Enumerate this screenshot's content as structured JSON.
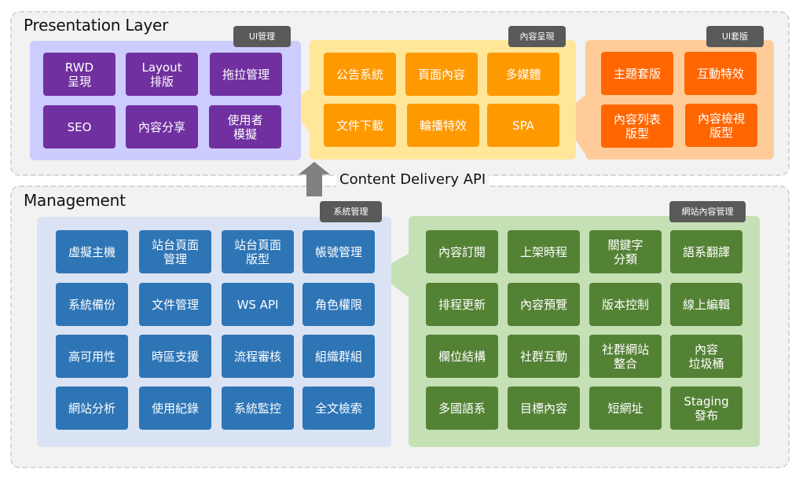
{
  "presentation": {
    "title": "Presentation Layer",
    "groups": [
      {
        "tag": "UI管理",
        "color": "#7030a0",
        "bg": "#ccccff",
        "items": [
          "RWD\n呈現",
          "Layout\n排版",
          "拖拉管理",
          "SEO",
          "內容分享",
          "使用者\n模擬"
        ]
      },
      {
        "tag": "內容呈現",
        "color": "#ff9900",
        "bg": "#ffe699",
        "items": [
          "公告系統",
          "頁面內容",
          "多媒體",
          "文件下載",
          "輪播特效",
          "SPA"
        ]
      },
      {
        "tag": "UI套版",
        "color": "#ff6600",
        "bg": "#ffcc99",
        "items": [
          "主題套版",
          "互動特效",
          "內容列表\n版型",
          "內容檢視\n版型"
        ]
      }
    ]
  },
  "api": {
    "label": "Content Delivery API",
    "arrow_color": "#808080"
  },
  "management": {
    "title": "Management",
    "groups": [
      {
        "tag": "系統管理",
        "color": "#2e75b6",
        "bg": "#dae3f3",
        "items": [
          "虛擬主機",
          "站台頁面\n管理",
          "站台頁面\n版型",
          "帳號管理",
          "系統備份",
          "文件管理",
          "WS API",
          "角色權限",
          "高可用性",
          "時區支援",
          "流程審核",
          "組織群組",
          "網站分析",
          "使用紀錄",
          "系統監控",
          "全文檢索"
        ]
      },
      {
        "tag": "網站內容管理",
        "color": "#548235",
        "bg": "#c5e0b4",
        "items": [
          "內容訂閱",
          "上架時程",
          "關鍵字\n分類",
          "語系翻譯",
          "排程更新",
          "內容預覽",
          "版本控制",
          "線上編輯",
          "欄位結構",
          "社群互動",
          "社群網站\n整合",
          "內容\n垃圾桶",
          "多國語系",
          "目標內容",
          "短網址",
          "Staging\n發布"
        ]
      }
    ]
  }
}
